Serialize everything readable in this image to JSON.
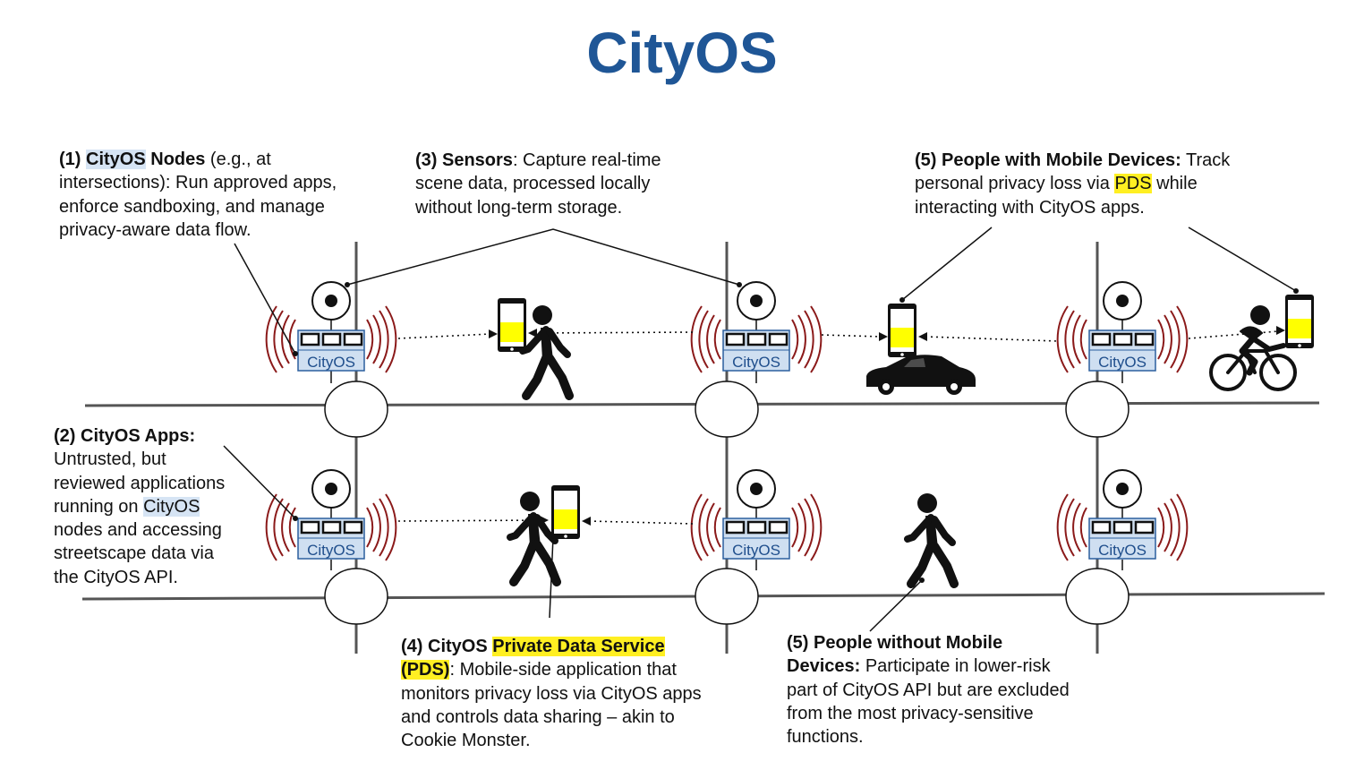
{
  "title": "CityOS",
  "node_label": "CityOS",
  "colors": {
    "title": "#1f5696",
    "node_fill": "#cfdff1",
    "node_border": "#2b5f9e",
    "signal_arc": "#8b1a1a",
    "pds_screen": "#ffff00",
    "highlight_blue": "#d6e4f4",
    "highlight_yellow": "#ffef22"
  },
  "callouts": {
    "c1": {
      "lead": "(1) ",
      "hl": "CityOS",
      "bold_rest": " Nodes",
      "body": " (e.g., at intersections): Run approved apps, enforce sandboxing, and manage privacy-aware data flow."
    },
    "c2": {
      "lead": "(2) CityOS Apps:",
      "body1": " Untrusted, but reviewed applications running on ",
      "hl": "CityOS",
      "body2": " nodes and accessing streetscape data via the CityOS API."
    },
    "c3": {
      "lead": "(3) Sensors",
      "body": ": Capture real-time scene data, processed locally without long-term storage."
    },
    "c4": {
      "lead": "(4) CityOS ",
      "hl": "Private Data Service (PDS)",
      "body": ": Mobile-side application that monitors privacy loss via CityOS apps and controls data sharing – akin to Cookie Monster."
    },
    "c5a": {
      "lead": "(5) People with Mobile Devices:",
      "body1": " Track personal privacy loss via ",
      "hl": "PDS",
      "body2": " while interacting with CityOS apps."
    },
    "c5b": {
      "lead": "(5) People without Mobile Devices:",
      "body": " Participate in lower-risk part of CityOS API but are excluded from the most privacy-sensitive functions."
    }
  }
}
